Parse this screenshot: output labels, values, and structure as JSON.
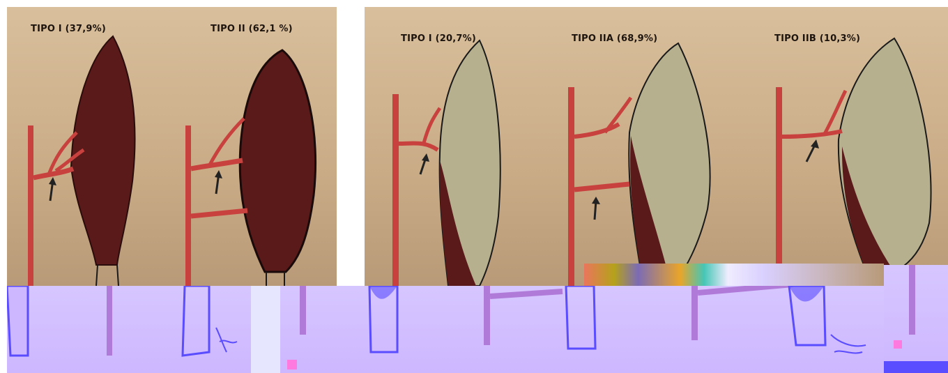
{
  "left_panel": {
    "labels": [
      "TIPO I (37,9%)",
      "TIPO II (62,1 %)"
    ]
  },
  "right_panel": {
    "labels": [
      "TIPO I (20,7%)",
      "TIPO IIA (68,9%)",
      "TIPO IIB (10,3%)"
    ]
  },
  "colors": {
    "paper": "#d2b690",
    "artery": "#c8413e",
    "muscle_dark": "#5a1a1a",
    "muscle_light": "#b7b08f",
    "lower_band": "#d6c6ff",
    "ink": "#1d140e"
  },
  "icons": [
    "arrow-icon"
  ]
}
